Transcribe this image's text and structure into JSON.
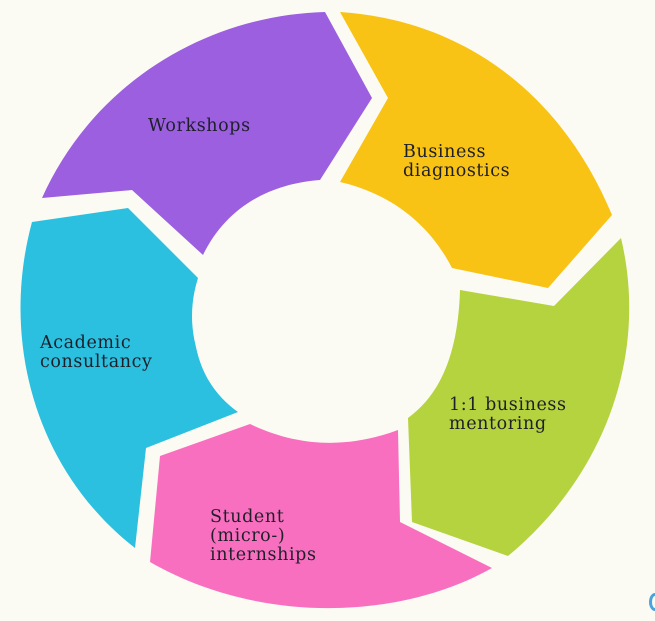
{
  "diagram": {
    "segments": [
      {
        "id": "workshops",
        "lines": [
          "Workshops"
        ],
        "color": "#9b5fe0"
      },
      {
        "id": "diagnostics",
        "lines": [
          "Business",
          "diagnostics"
        ],
        "color": "#f8c314"
      },
      {
        "id": "mentoring",
        "lines": [
          "1:1 business",
          "mentoring"
        ],
        "color": "#b5d23f"
      },
      {
        "id": "internships",
        "lines": [
          "Student",
          "(micro-)",
          "internships"
        ],
        "color": "#f96fbf"
      },
      {
        "id": "consultancy",
        "lines": [
          "Academic",
          "consultancy"
        ],
        "color": "#2bc0df"
      }
    ],
    "background": "#fbfbf3",
    "text_color": "#1f1f2a"
  }
}
